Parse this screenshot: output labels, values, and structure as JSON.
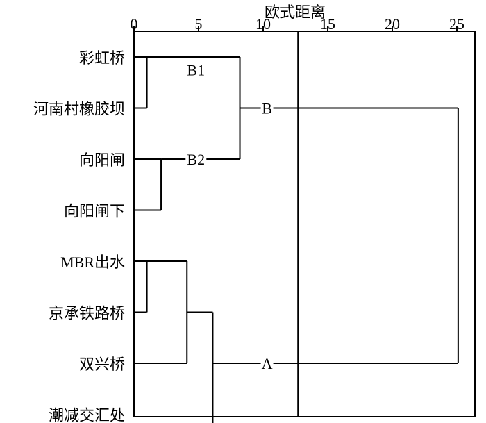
{
  "chart_data": {
    "type": "dendrogram",
    "title": "欧式距离",
    "x_ticks": [
      0,
      5,
      10,
      15,
      20,
      25
    ],
    "x_range": [
      0,
      27
    ],
    "leaves": [
      "彩虹桥",
      "河南村橡胶坝",
      "向阳闸",
      "向阳闸下",
      "MBR出水",
      "京承铁路桥",
      "双兴桥",
      "潮减交汇处"
    ],
    "merges": [
      {
        "children": [
          "彩虹桥",
          "河南村橡胶坝"
        ],
        "distance": 1.0
      },
      {
        "children": [
          "MBR出水",
          "京承铁路桥"
        ],
        "distance": 1.0
      },
      {
        "children": [
          "向阳闸",
          "向阳闸下"
        ],
        "distance": 2.1
      },
      {
        "children": [
          "MBR出水+京承铁路桥",
          "双兴桥"
        ],
        "distance": 4.1
      },
      {
        "children": [
          "...",
          "潮减交汇处"
        ],
        "distance": 6.1
      },
      {
        "children": [
          "B1",
          "B2"
        ],
        "distance": 8.2
      },
      {
        "children": [
          "A",
          "B"
        ],
        "distance": 25.1
      }
    ],
    "cluster_labels": [
      "B1",
      "B2",
      "B",
      "A"
    ],
    "cutoff_distance": 12.7
  }
}
